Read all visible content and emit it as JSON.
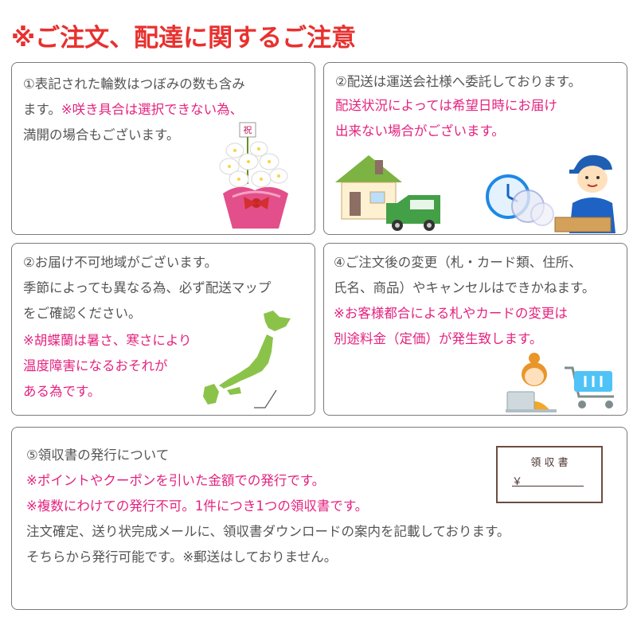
{
  "title": "※ご注文、配達に関するご注意",
  "box1": {
    "line1": "①表記された輪数はつぼみの数も含み",
    "line2a": "ます。",
    "line2b": "※咲き具合は選択できない為、",
    "line3": "満開の場合もございます。",
    "card_char": "祝"
  },
  "box2": {
    "line1": "②配送は運送会社様へ委託しております。",
    "line2": "配送状況によっては希望日時にお届け",
    "line3": "出来ない場合がございます。"
  },
  "box3": {
    "line1": "②お届け不可地域がございます。",
    "line2": "季節によっても異なる為、必ず配送マップ",
    "line3": "をご確認ください。",
    "line4": "※胡蝶蘭は暑さ、寒さにより",
    "line5": "温度障害になるおそれが",
    "line6": "ある為です。"
  },
  "box4": {
    "line1": "④ご注文後の変更（札・カード類、住所、",
    "line2": "氏名、商品）やキャンセルはできかねます。",
    "line3": "※お客様都合による札やカードの変更は",
    "line4": "別途料金（定価）が発生致します。"
  },
  "box5": {
    "line1": "⑤領収書の発行について",
    "line2": "※ポイントやクーポンを引いた金額での発行です。",
    "line3": "※複数にわけての発行不可。1件につき1つの領収書です。",
    "line4": "注文確定、送り状完成メールに、領収書ダウンロードの案内を記載しております。",
    "line5": "そちらから発行可能です。※郵送はしておりません。",
    "receipt_title": "領 収 書",
    "receipt_yen": "￥"
  },
  "colors": {
    "title": "#e8312f",
    "pink": "#e4237f",
    "text": "#555555",
    "border": "#7a7a7a"
  }
}
